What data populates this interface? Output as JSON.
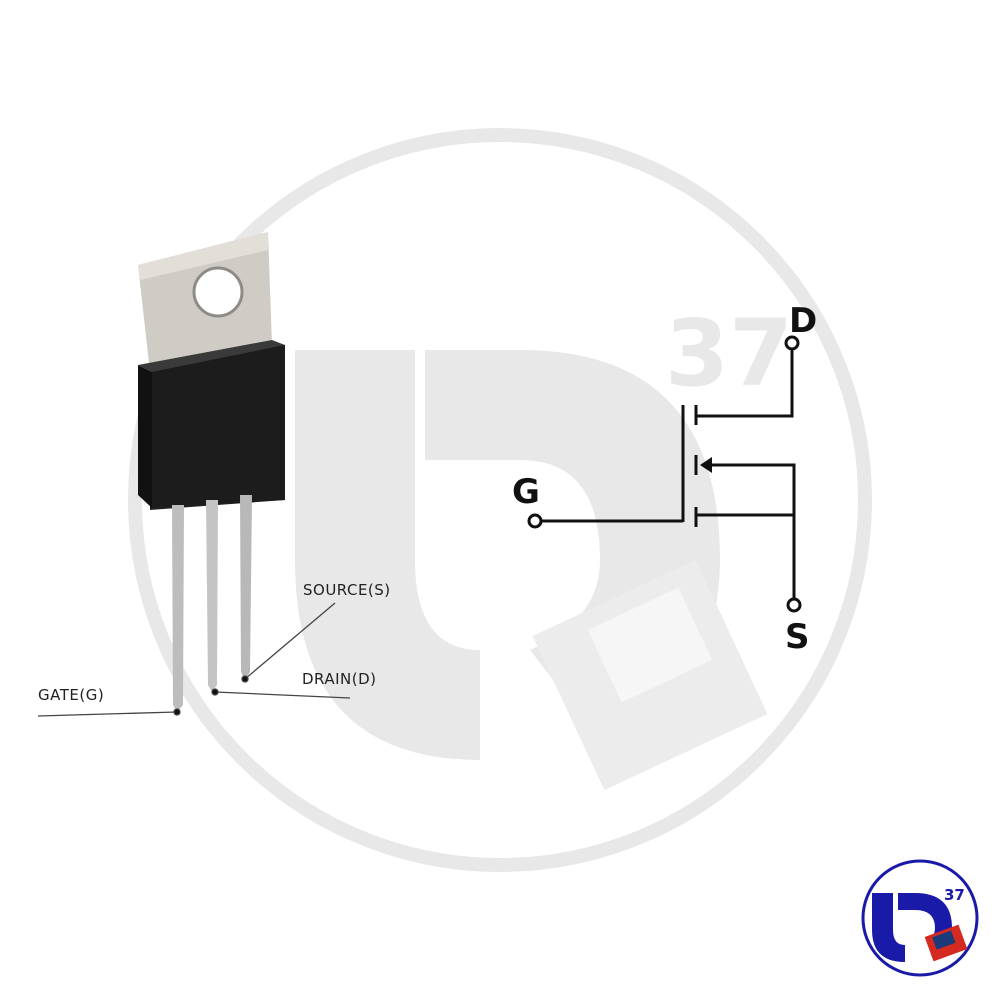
{
  "package_labels": {
    "source": "SOURCE(S)",
    "drain": "DRAIN(D)",
    "gate": "GATE(G)"
  },
  "symbol_labels": {
    "drain": "D",
    "gate": "G",
    "source": "S"
  },
  "watermark": {
    "text": "UD",
    "superscript": "37"
  },
  "logo": {
    "text": "UD",
    "superscript": "37",
    "color": "#1a1aa8"
  },
  "colors": {
    "watermark": "#e6e6e6",
    "line": "#111111",
    "package_body": "#1c1c1c",
    "tab": "#c9c6c0"
  }
}
